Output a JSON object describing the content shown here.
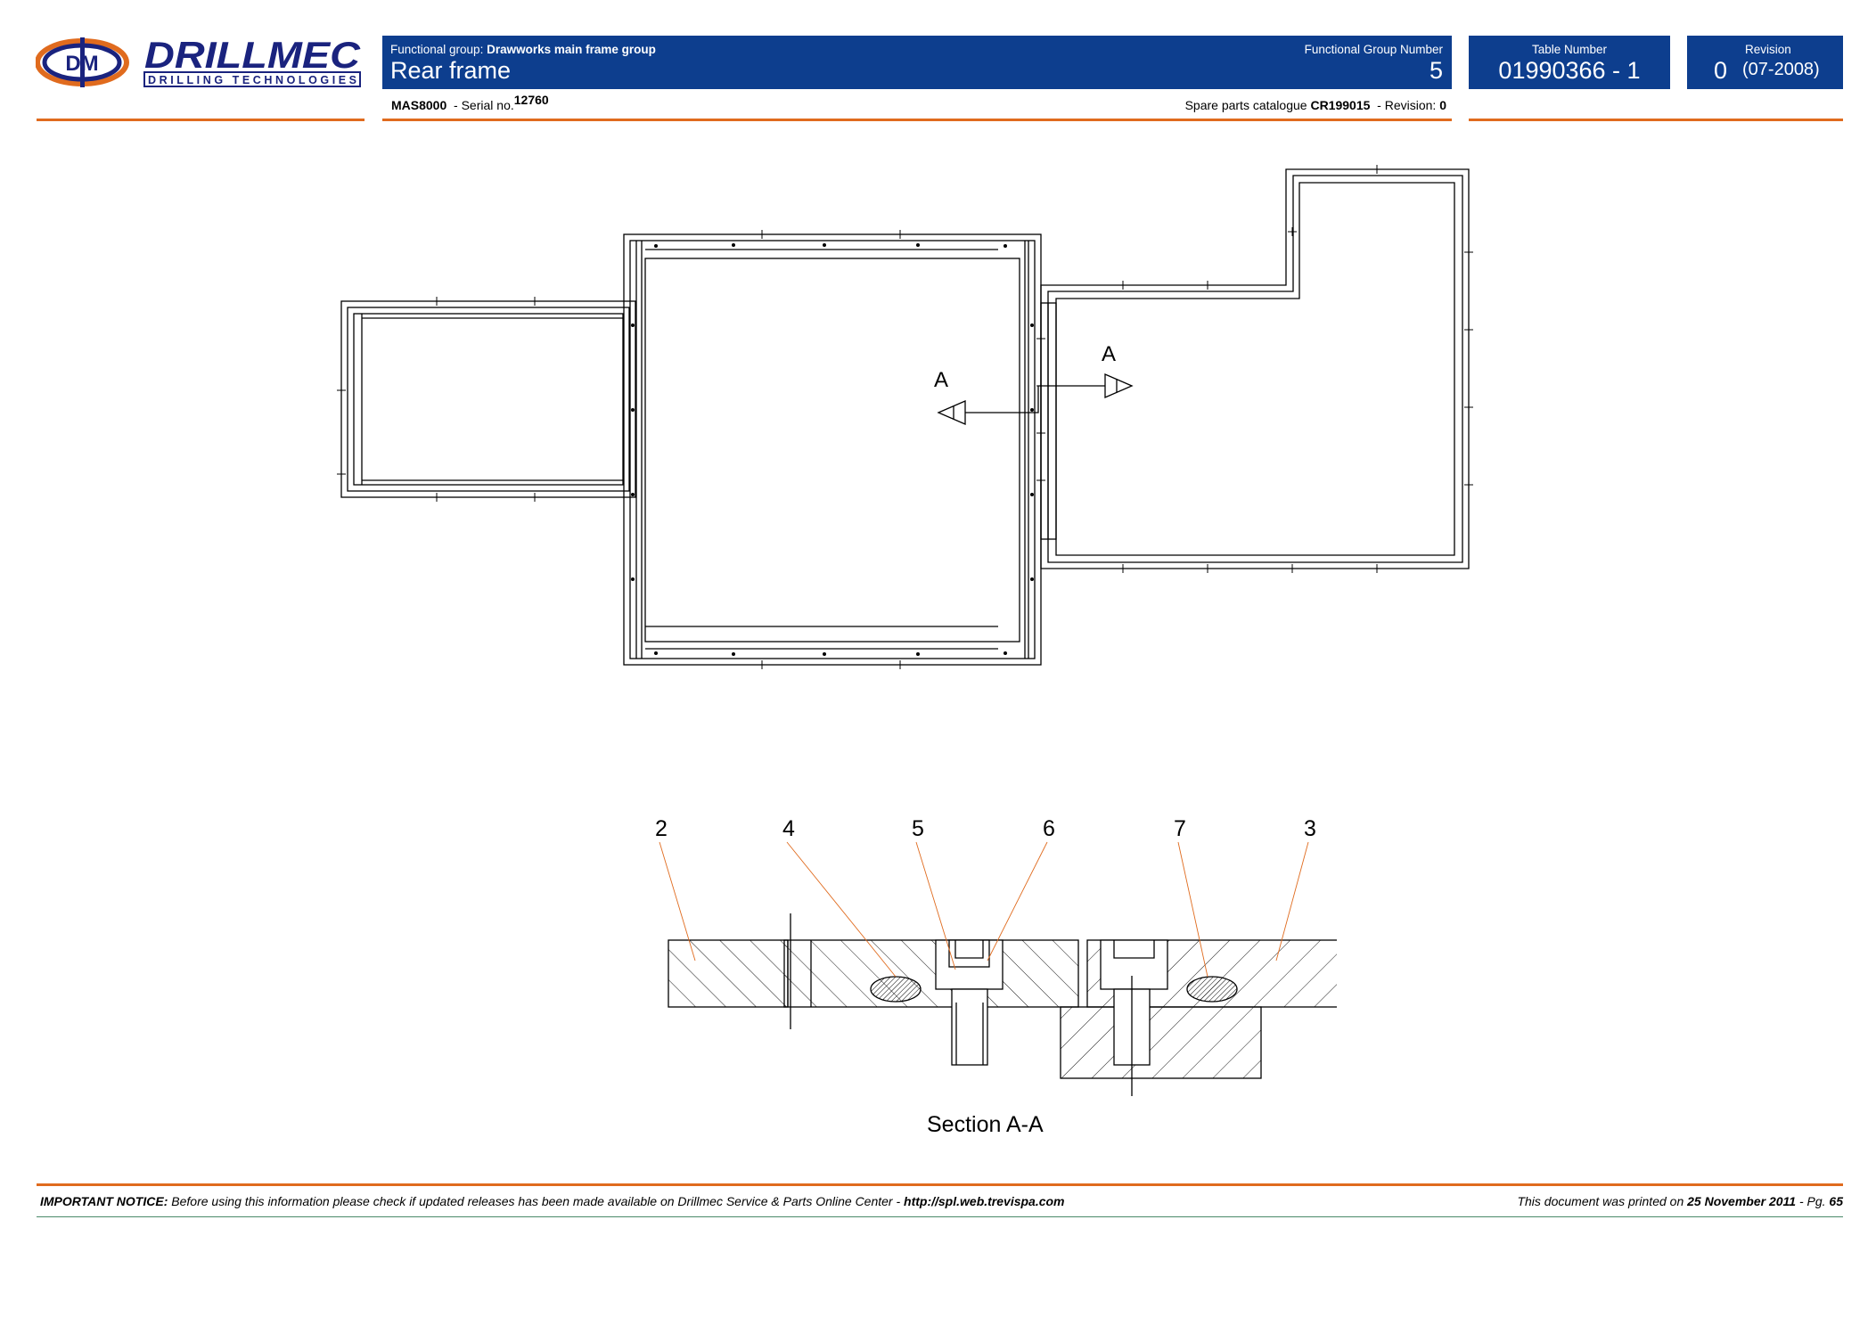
{
  "brand": {
    "logo_mark": "DM",
    "name": "DRILLMEC",
    "tagline": "DRILLING TECHNOLOGIES",
    "colors": {
      "navy": "#1a237e",
      "orange": "#e06b1e",
      "header_blue": "#0d3e8e"
    }
  },
  "header": {
    "functional_group_label": "Functional group:",
    "functional_group_value": "Drawworks main frame group",
    "title": "Rear frame",
    "group_number_label": "Functional Group Number",
    "group_number_value": "5",
    "table_number_label": "Table Number",
    "table_number_value": "01990366 - 1",
    "revision_label": "Revision",
    "revision_value": "0",
    "revision_date": "(07-2008)"
  },
  "subheader": {
    "model": "MAS8000",
    "serial_label": "- Serial no.",
    "serial_value": "12760",
    "catalogue_label": "Spare parts catalogue",
    "catalogue_value": "CR199015",
    "revision_label": "- Revision:",
    "revision_value": "0"
  },
  "drawing": {
    "section_mark_left": "A",
    "section_mark_right": "A",
    "callouts": [
      "2",
      "4",
      "5",
      "6",
      "7",
      "3"
    ],
    "section_title": "Section  A-A"
  },
  "footer": {
    "notice_label": "IMPORTANT NOTICE:",
    "notice_text": "Before using this information please check if updated releases has been made available on Drillmec Service & Parts Online Center -",
    "notice_url": "http://spl.web.trevispa.com",
    "printed_label": "This document was printed on",
    "printed_date": "25 November 2011",
    "page_label": "- Pg.",
    "page_value": "65"
  }
}
